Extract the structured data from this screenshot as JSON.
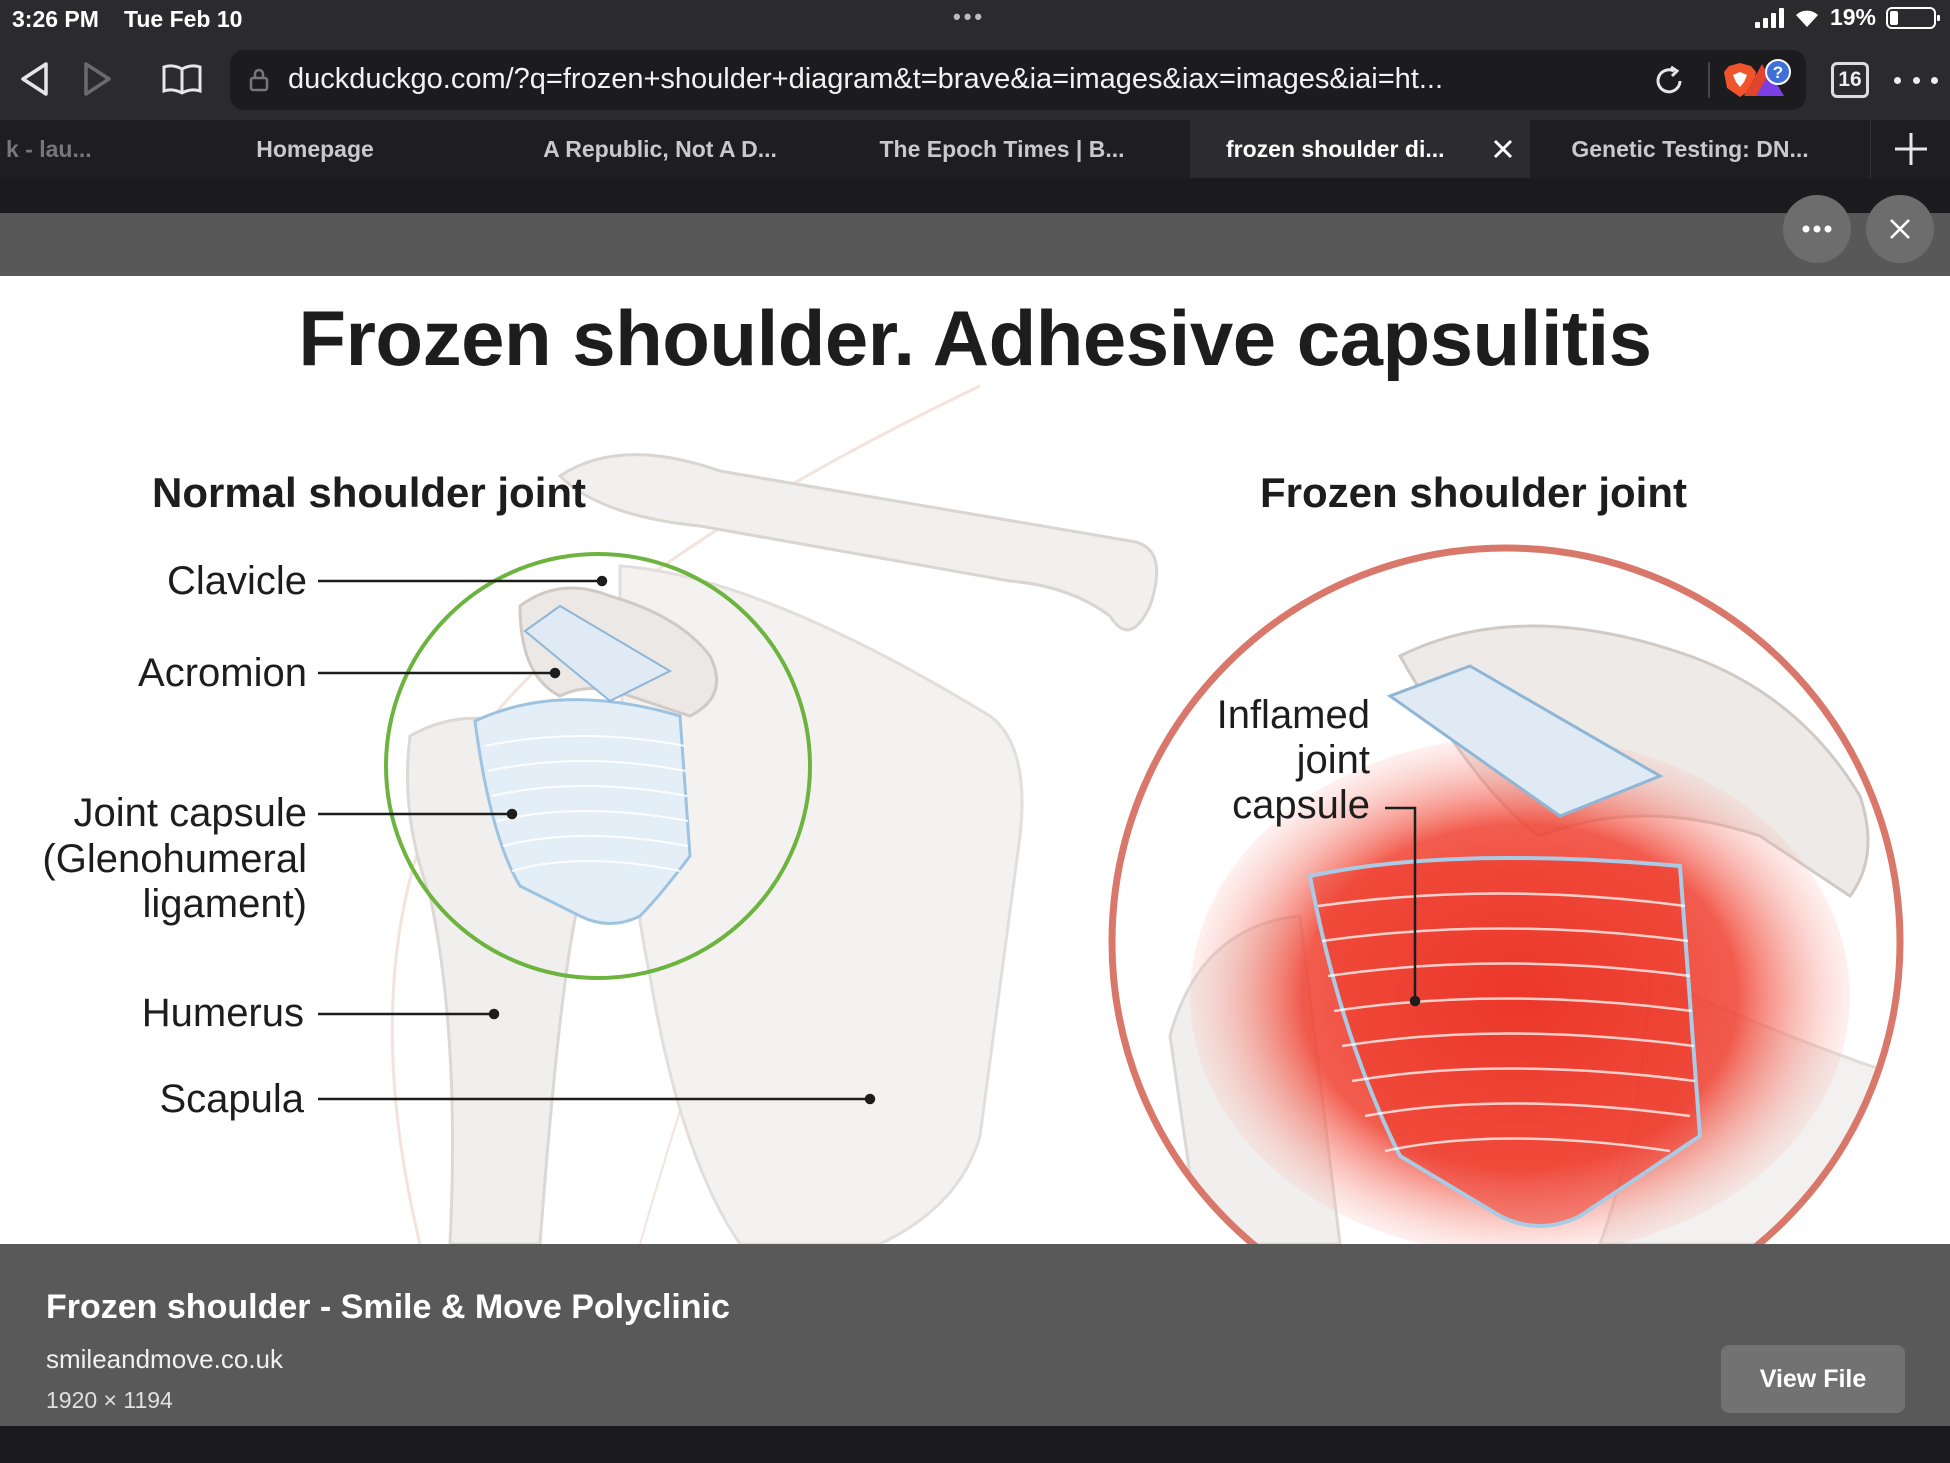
{
  "status_bar": {
    "time": "3:26 PM",
    "date": "Tue Feb 10",
    "dots": "•••",
    "battery": "19%",
    "battery_level": 0.19
  },
  "toolbar": {
    "url": "duckduckgo.com/?q=frozen+shoulder+diagram&t=brave&ia=images&iax=images&iai=ht...",
    "tab_count": "16"
  },
  "tabs": [
    {
      "label": "k - lau..."
    },
    {
      "label": "Homepage"
    },
    {
      "label": "A Republic, Not A D..."
    },
    {
      "label": "The Epoch Times | B..."
    },
    {
      "label": "frozen shoulder di..."
    },
    {
      "label": "Genetic Testing: DN..."
    }
  ],
  "diagram": {
    "title": "Frozen shoulder. Adhesive capsulitis",
    "left_heading": "Normal shoulder joint",
    "right_heading": "Frozen shoulder joint",
    "labels": {
      "clavicle": "Clavicle",
      "acromion": "Acromion",
      "joint_capsule_1": "Joint capsule",
      "joint_capsule_2": "(Glenohumeral",
      "joint_capsule_3": "ligament)",
      "humerus": "Humerus",
      "scapula": "Scapula",
      "inflamed_1": "Inflamed",
      "inflamed_2": "joint",
      "inflamed_3": "capsule"
    }
  },
  "result": {
    "title": "Frozen shoulder - Smile & Move Polyclinic",
    "domain": "smileandmove.co.uk",
    "dimensions": "1920 × 1194",
    "view_file_label": "View File"
  },
  "colors": {
    "normal_ring": "#6db33f",
    "frozen_ring": "#d9776a",
    "inflammation": "#e8291c"
  }
}
